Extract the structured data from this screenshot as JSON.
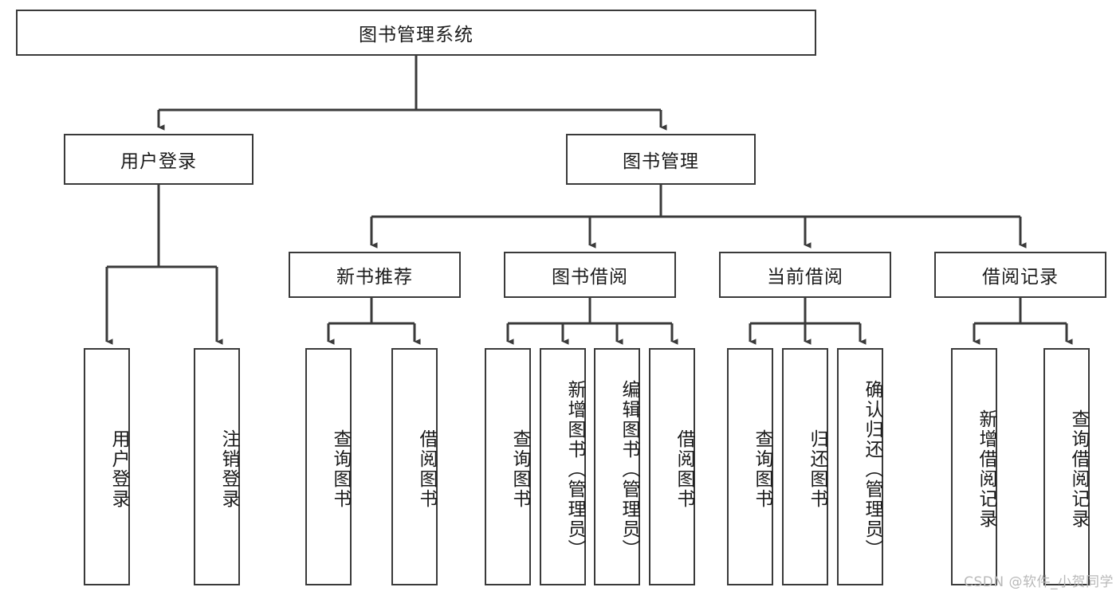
{
  "diagram": {
    "type": "tree-hierarchy",
    "title": "图书管理系统",
    "root": {
      "label": "图书管理系统",
      "children": [
        {
          "label": "用户登录",
          "children": [
            {
              "label": "用户登录"
            },
            {
              "label": "注销登录"
            }
          ]
        },
        {
          "label": "图书管理",
          "children": [
            {
              "label": "新书推荐",
              "children": [
                {
                  "label": "查询图书"
                },
                {
                  "label": "借阅图书"
                }
              ]
            },
            {
              "label": "图书借阅",
              "children": [
                {
                  "label": "查询图书"
                },
                {
                  "label": "新增图书（管理员）"
                },
                {
                  "label": "编辑图书（管理员）"
                },
                {
                  "label": "借阅图书"
                }
              ]
            },
            {
              "label": "当前借阅",
              "children": [
                {
                  "label": "查询图书"
                },
                {
                  "label": "归还图书"
                },
                {
                  "label": "确认归还（管理员）"
                }
              ]
            },
            {
              "label": "借阅记录",
              "children": [
                {
                  "label": "新增借阅记录"
                },
                {
                  "label": "查询借阅记录"
                }
              ]
            }
          ]
        }
      ]
    }
  },
  "nodes": {
    "root": "图书管理系统",
    "user_login": "用户登录",
    "book_manage": "图书管理",
    "new_book_rec": "新书推荐",
    "book_borrow": "图书借阅",
    "current_borrow": "当前借阅",
    "borrow_record": "借阅记录",
    "leaf_user_login": "用户登录",
    "leaf_logout": "注销登录",
    "leaf_query_book_1": "查询图书",
    "leaf_borrow_book_1": "借阅图书",
    "leaf_query_book_2": "查询图书",
    "leaf_add_book": "新增图书（管理员）",
    "leaf_edit_book": "编辑图书（管理员）",
    "leaf_borrow_book_2": "借阅图书",
    "leaf_query_book_3": "查询图书",
    "leaf_return_book": "归还图书",
    "leaf_confirm_return": "确认归还（管理员）",
    "leaf_add_record": "新增借阅记录",
    "leaf_query_record": "查询借阅记录"
  },
  "watermark": "CSDN @软件_小贺同学",
  "colors": {
    "stroke": "#3a3a3a",
    "background": "#ffffff",
    "text": "#1b1b1b",
    "watermark": "#b9b9b9"
  }
}
